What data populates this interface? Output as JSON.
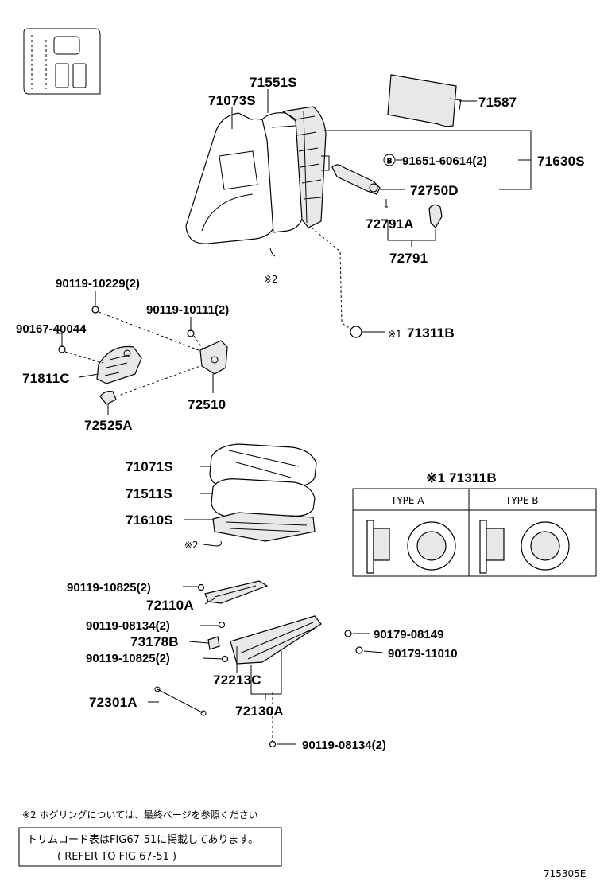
{
  "labels": {
    "p71551S": "71551S",
    "p71073S": "71073S",
    "p71587": "71587",
    "p91651": "91651-60614(2)",
    "p71630S": "71630S",
    "p72750D": "72750D",
    "p72791A": "72791A",
    "p72791": "72791",
    "note2_top": "※2",
    "p90119_10229": "90119-10229(2)",
    "p90119_10111": "90119-10111(2)",
    "p90167": "90167-40044",
    "p71311B": "71311B",
    "note1_mark": "※1",
    "p71811C": "71811C",
    "p72510": "72510",
    "p72525A": "72525A",
    "p71071S": "71071S",
    "p71511S": "71511S",
    "p71610S": "71610S",
    "note2_mid": "※2",
    "p71311B_box": "※1 71311B",
    "type_a": "TYPE A",
    "type_b": "TYPE B",
    "p90119_10825_a": "90119-10825(2)",
    "p72110A": "72110A",
    "p90119_08134_a": "90119-08134(2)",
    "p73178B": "73178B",
    "p90119_10825_b": "90119-10825(2)",
    "p90179_08149": "90179-08149",
    "p90179_11010": "90179-11010",
    "p72213C": "72213C",
    "p72301A": "72301A",
    "p72130A": "72130A",
    "p90119_08134_b": "90119-08134(2)",
    "circle_b": "B"
  },
  "footer": {
    "note": "※2 ホグリングについては、最終ページを参照ください",
    "ref_line1": "トリムコード表はFIG67-51に掲載してあります。",
    "ref_line2": "( REFER TO FIG 67-51 )",
    "code": "715305E"
  }
}
